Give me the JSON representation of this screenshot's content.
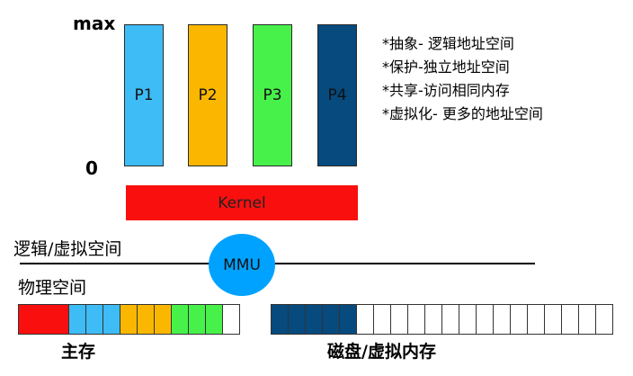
{
  "axis": {
    "max_label": "max",
    "zero_label": "0"
  },
  "processes": [
    {
      "label": "P1",
      "color": "#3dbcf5"
    },
    {
      "label": "P2",
      "color": "#fbb700"
    },
    {
      "label": "P3",
      "color": "#47f14a"
    },
    {
      "label": "P4",
      "color": "#064a7e"
    }
  ],
  "bullets": [
    "*抽象- 逻辑地址空间",
    "*保护-独立地址空间",
    "*共享-访问相同内存",
    "*虚拟化- 更多的地址空间"
  ],
  "kernel": {
    "label": "Kernel",
    "color": "#fa0f0f"
  },
  "mmu": {
    "label": "MMU",
    "color": "#00a2ff"
  },
  "labels": {
    "logical_space": "逻辑/虚拟空间",
    "physical_space": "物理空间",
    "main_memory": "主存",
    "disk": "磁盘/虚拟内存"
  },
  "main_memory_cells": [
    "#fa0f0f",
    "#3dbcf5",
    "#3dbcf5",
    "#3dbcf5",
    "#fbb700",
    "#fbb700",
    "#fbb700",
    "#47f14a",
    "#47f14a",
    "#47f14a",
    "#ffffff"
  ],
  "disk_cells": [
    "#064a7e",
    "#064a7e",
    "#064a7e",
    "#064a7e",
    "#064a7e",
    "#ffffff",
    "#ffffff",
    "#ffffff",
    "#ffffff",
    "#ffffff",
    "#ffffff",
    "#ffffff",
    "#ffffff",
    "#ffffff",
    "#ffffff",
    "#ffffff",
    "#ffffff",
    "#ffffff",
    "#ffffff",
    "#ffffff"
  ]
}
